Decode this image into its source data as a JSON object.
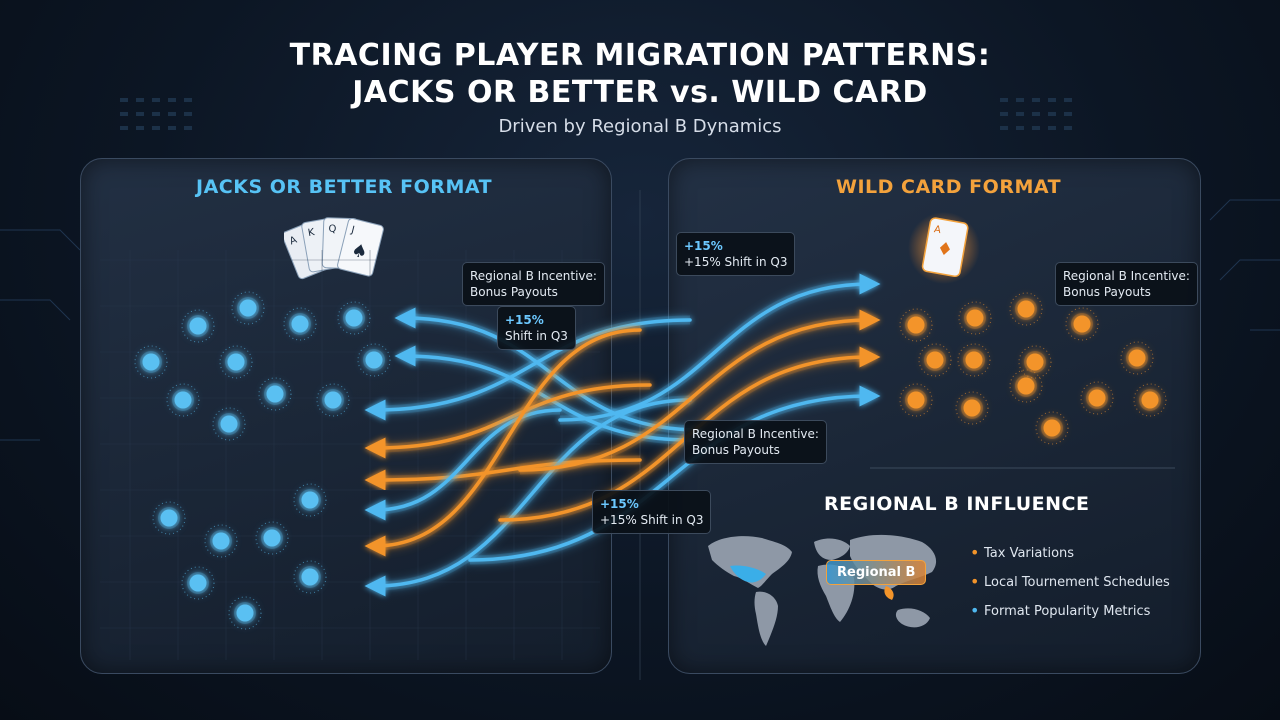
{
  "header": {
    "title_line1": "TRACING PLAYER MIGRATION PATTERNS:",
    "title_line2": "JACKS OR BETTER vs. WILD CARD",
    "subtitle": "Driven by Regional B Dynamics"
  },
  "left_panel": {
    "title": "JACKS OR BETTER FORMAT",
    "accent": "#4fb8f0",
    "player_count": 18
  },
  "right_panel": {
    "title": "WILD CARD FORMAT",
    "accent": "#f3942a",
    "player_count": 14
  },
  "callouts": [
    {
      "id": "left-incentive",
      "line1": "Regional B Incentive:",
      "line2": "Bonus Payouts"
    },
    {
      "id": "left-shift",
      "pct": "+15%",
      "text": "Shift in Q3"
    },
    {
      "id": "top-shift",
      "pct": "+15%",
      "text": "+15% Shift in Q3"
    },
    {
      "id": "right-incentive",
      "line1": "Regional B Incentive:",
      "line2": "Bonus Payouts"
    },
    {
      "id": "mid-incentive",
      "line1": "Regional B Incentive:",
      "line2": "Bonus Payouts"
    },
    {
      "id": "bottom-shift",
      "pct": "+15%",
      "text": "+15% Shift in Q3"
    }
  ],
  "influence": {
    "title": "REGIONAL B INFLUENCE",
    "region_label": "Regional B",
    "factors": [
      {
        "label": "Tax Variations",
        "color": "#f3942a"
      },
      {
        "label": "Local Tournement Schedules",
        "color": "#f3942a"
      },
      {
        "label": "Format Popularity Metrics",
        "color": "#4fb8f0"
      }
    ]
  },
  "colors": {
    "blue_flow": "#4fb8f0",
    "orange_flow": "#f3942a"
  }
}
